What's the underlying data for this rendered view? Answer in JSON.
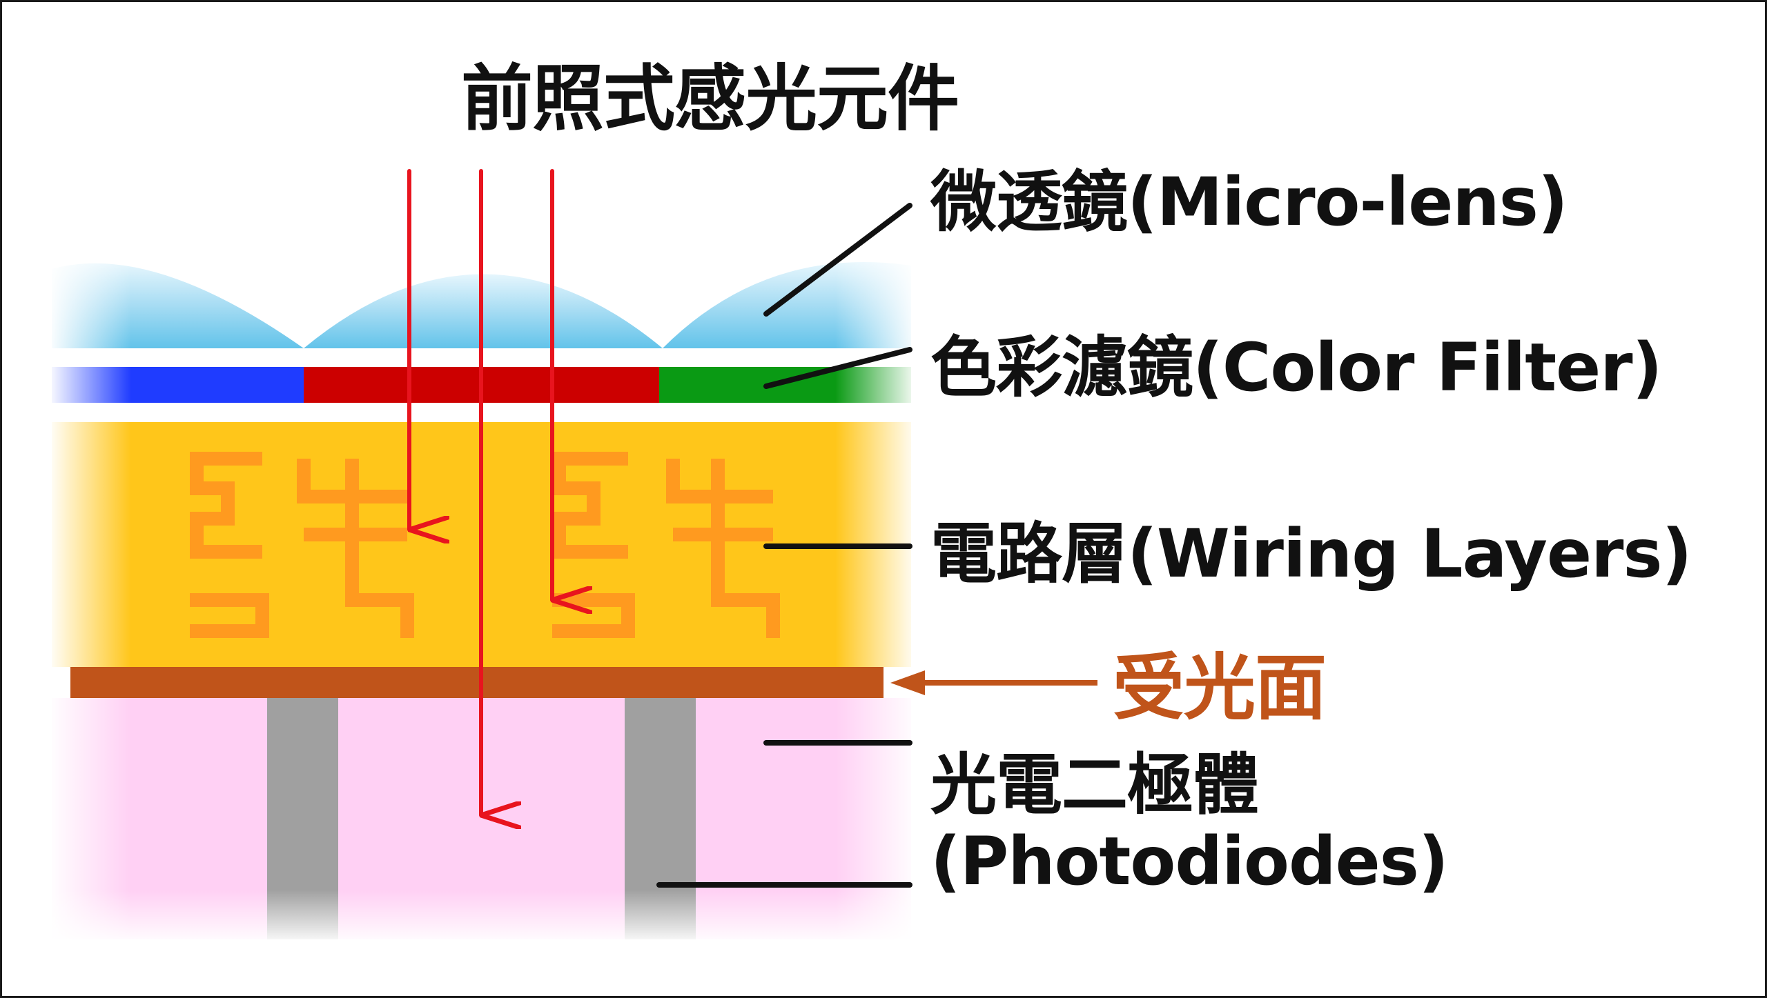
{
  "title": "前照式感光元件",
  "labels": {
    "micro_lens": "微透鏡(Micro-lens)",
    "color_filter": "色彩濾鏡(Color Filter)",
    "wiring_layers": "電路層(Wiring Layers)",
    "light_receiving_surface": "受光面",
    "photodiodes_zh": "光電二極體",
    "photodiodes_en": "(Photodiodes)"
  },
  "colors": {
    "lens": "#8fd3f0",
    "filter_blue": "#1f3cff",
    "filter_red": "#cc0000",
    "filter_green": "#0a9a14",
    "wiring_bg": "#ffc61a",
    "wiring_trace": "#ff9a1f",
    "surface": "#c0541a",
    "photodiode_bg": "#ffd0f4",
    "separator": "#a0a0a0",
    "light_ray": "#e8141e",
    "leader": "#111111"
  }
}
